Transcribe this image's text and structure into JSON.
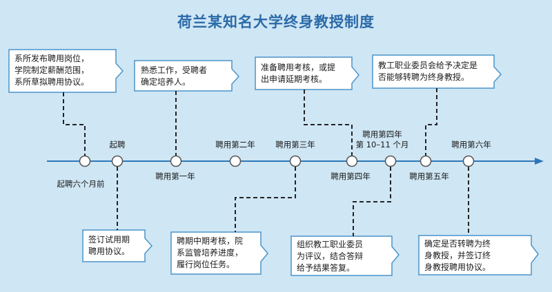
{
  "title": "荷兰某知名大学终身教授制度",
  "colors": {
    "background": "#cfe6f4",
    "title": "#2b6aa8",
    "box_fill": "#ffffff",
    "box_stroke": "#4a94c9",
    "timeline": "#2d76b8"
  },
  "timeline_labels": {
    "six_months_before": "起聘六个月前",
    "start": "起聘",
    "year1": "聘用第一年",
    "year2": "聘用第二年",
    "year3": "聘用第三年",
    "year4": "聘用第四年",
    "year4_month_line1": "聘用第四年",
    "year4_month_line2": "第 10–11 个月",
    "year5": "聘用第五年",
    "year6": "聘用第六年"
  },
  "boxes": {
    "b1": [
      "系所发布聘用岗位，",
      "学院制定薪酬范围，",
      "系所草拟聘用协议。"
    ],
    "b2": [
      "熟悉工作，受聘者",
      "确定培养人。"
    ],
    "b3": [
      "准备聘用考核，或提",
      "出申请延期考核。"
    ],
    "b4": [
      "教工职业委员会给予决定是",
      "否能够转聘为终身教授。"
    ],
    "b5": [
      "签订试用期",
      "聘用协议。"
    ],
    "b6": [
      "聘期中期考核，院",
      "系监管培养进度，",
      "履行岗位任务。"
    ],
    "b7": [
      "组织教工职业委员",
      "为评议，结合答辩",
      "给予结果答复。"
    ],
    "b8": [
      "确定是否转聘为终",
      "身教授，并签订终",
      "身教授聘用协议。"
    ]
  }
}
